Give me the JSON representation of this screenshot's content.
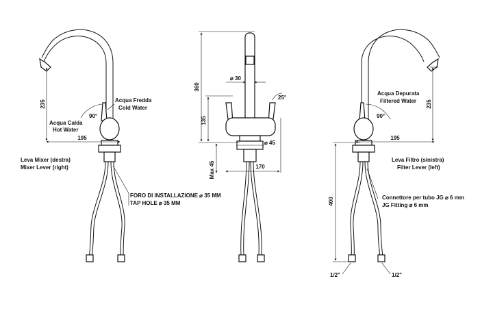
{
  "left_view": {
    "dim_height": "235",
    "dim_width": "195",
    "angle": "90°",
    "cold_water_it": "Acqua Fredda",
    "cold_water_en": "Cold Water",
    "hot_water_it": "Acqua Calda",
    "hot_water_en": "Hot Water",
    "lever_it": "Leva Mixer (destra)",
    "lever_en": "Mixer Lever (right)",
    "hole_it": "FORO DI INSTALLAZIONE ⌀ 35 MM",
    "hole_en": "TAP HOLE ⌀ 35 MM"
  },
  "center_view": {
    "dim_total": "360",
    "dim_135": "135",
    "dim_max": "Max 45",
    "dim_170": "170",
    "dim_d30": "⌀ 30",
    "dim_d45": "⌀ 45",
    "angle": "25°"
  },
  "right_view": {
    "dim_height": "235",
    "dim_width": "195",
    "dim_400": "400",
    "angle": "90°",
    "filtered_it": "Acqua Depurata",
    "filtered_en": "Filtered Water",
    "lever_it": "Leva Filtro (sinistra)",
    "lever_en": "Filter Lever (left)",
    "connector_it": "Connettore per tubo JG ⌀ 6 mm",
    "connector_en": "JG Fitting ⌀ 6 mm",
    "half_inch_left": "1/2\"",
    "half_inch_right": "1/2\""
  }
}
